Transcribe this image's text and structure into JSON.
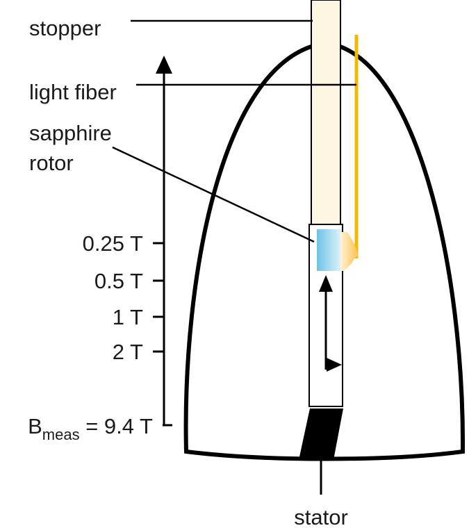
{
  "labels": {
    "stopper": "stopper",
    "light_fiber": "light fiber",
    "sapphire_line1": "sapphire",
    "sapphire_line2": "rotor",
    "stator": "stator"
  },
  "field_axis": {
    "ticks": [
      {
        "label": "0.25 T"
      },
      {
        "label": "0.5 T"
      },
      {
        "label": "1 T"
      },
      {
        "label": "2 T"
      }
    ],
    "bottom_label": {
      "main": "B",
      "sub": "meas",
      "rest": " = 9.4 T"
    }
  },
  "colors": {
    "outline": "#000000",
    "stopper_fill": "#fcf6e2",
    "light_fiber": "#f5b800",
    "sapphire": "#9fd8ee",
    "lens": "#fcd07a",
    "stator_fill": "#000000"
  }
}
